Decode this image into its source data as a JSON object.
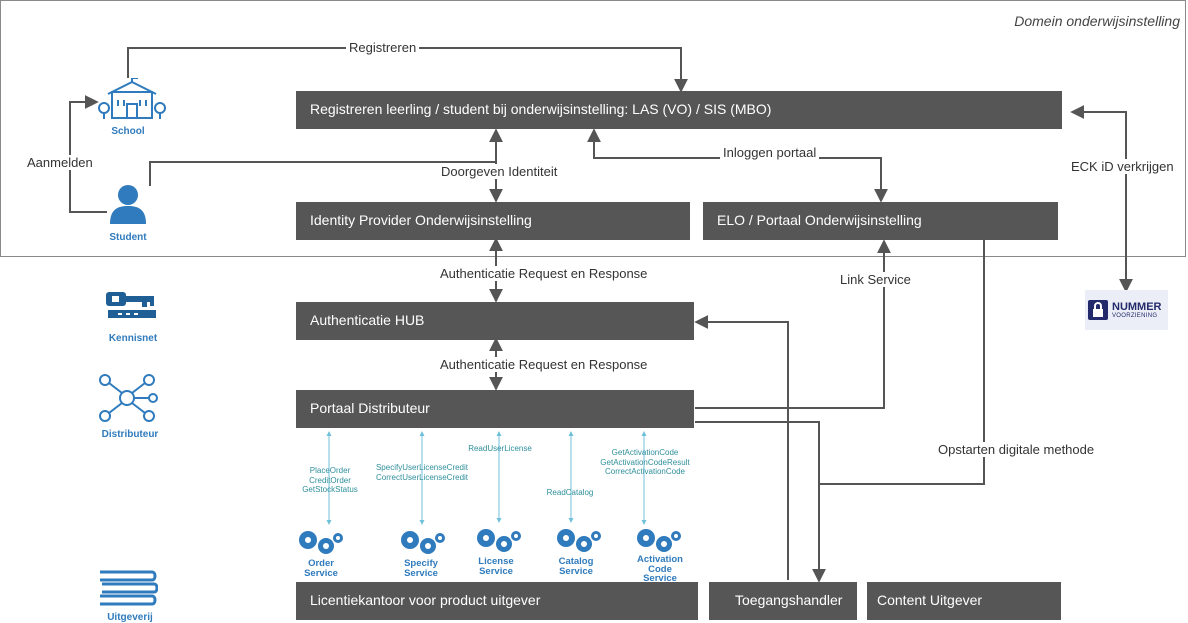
{
  "domain_title": "Domein onderwijsinstelling",
  "boxes": {
    "registreren": "Registreren leerling / student bij onderwijsinstelling: LAS (VO) / SIS (MBO)",
    "idp": "Identity Provider Onderwijsinstelling",
    "elo": "ELO / Portaal Onderwijsinstelling",
    "hub": "Authenticatie HUB",
    "portaal": "Portaal Distributeur",
    "licentie": "Licentiekantoor voor product uitgever",
    "toegang": "Toegangshandler",
    "content": "Content Uitgever"
  },
  "labels": {
    "registreren": "Registreren",
    "aanmelden": "Aanmelden",
    "doorgeven": "Doorgeven  Identiteit",
    "inloggen": "Inloggen portaal",
    "eck": "ECK iD verkrijgen",
    "auth1": "Authenticatie Request en Response",
    "auth2": "Authenticatie Request en Response",
    "link": "Link Service",
    "opstarten": "Opstarten digitale methode"
  },
  "actors": {
    "school": "School",
    "student": "Student",
    "kennisnet": "Kennisnet",
    "distributeur": "Distributeur",
    "uitgeverij": "Uitgeverij"
  },
  "nummer": {
    "line1": "NUMMER",
    "line2": "VOORZIENING"
  },
  "apis": {
    "order": [
      "PlaceOrder",
      "CreditOrder",
      "GetStockStatus"
    ],
    "specify": [
      "SpecifyUserLicenseCredit",
      "CorrectUserLicenseCredit"
    ],
    "license": [
      "ReadUserLicense"
    ],
    "catalog": [
      "ReadCatalog"
    ],
    "activation": [
      "GetActivationCode",
      "GetActivationCodeResult",
      "CorrectActivationCode"
    ]
  },
  "services": {
    "order": [
      "Order",
      "Service"
    ],
    "specify": [
      "Specify",
      "Service"
    ],
    "license": [
      "License",
      "Service"
    ],
    "catalog": [
      "Catalog",
      "Service"
    ],
    "activation": [
      "Activation",
      "Code",
      "Service"
    ]
  },
  "colors": {
    "box": "#565656",
    "icon": "#2f7bbd",
    "api": "#2f8f9b",
    "arrow": "#555555"
  }
}
